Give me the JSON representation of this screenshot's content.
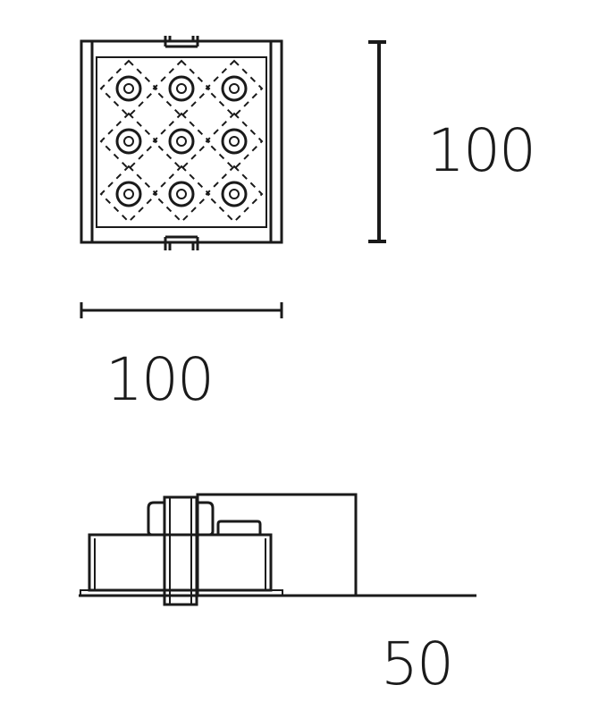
{
  "dimensions": {
    "height": "100",
    "width": "100",
    "depth": "50"
  },
  "colors": {
    "line": "#1a1a1a",
    "background": "#ffffff"
  },
  "led_grid": {
    "rows": 3,
    "cols": 3
  }
}
